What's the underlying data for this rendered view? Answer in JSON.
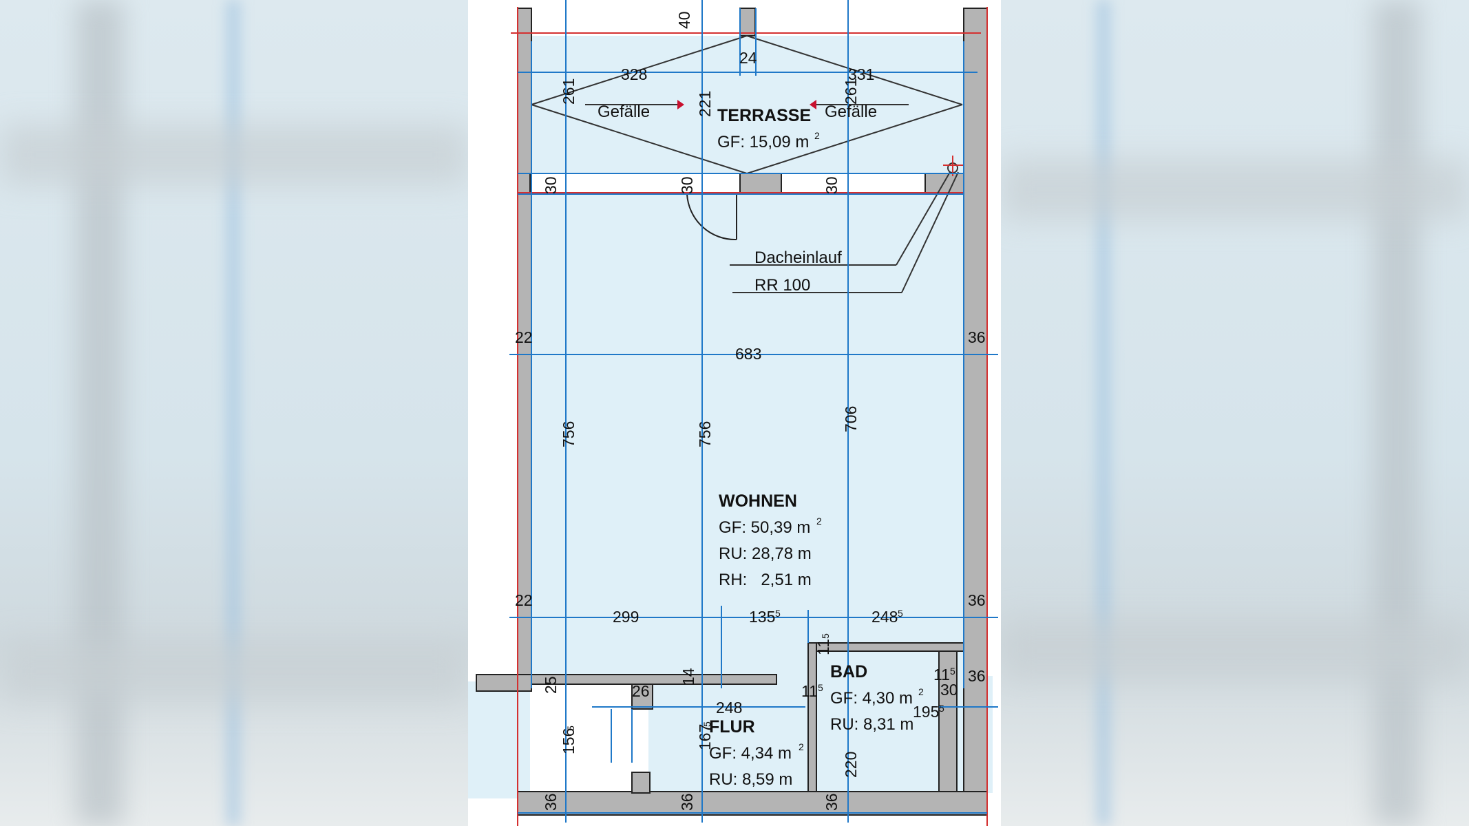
{
  "rooms": {
    "terrasse": {
      "name": "TERRASSE",
      "gf_label": "GF: 15,09 m",
      "gf_unit_sup": "2"
    },
    "wohnen": {
      "name": "WOHNEN",
      "gf_label": "GF: 50,39 m",
      "gf_unit_sup": "2",
      "ru_label": "RU: 28,78 m",
      "rh_label": "RH:   2,51 m"
    },
    "bad": {
      "name": "BAD",
      "gf_label": "GF: 4,30 m",
      "gf_unit_sup": "2",
      "ru_label": "RU: 8,31 m"
    },
    "flur": {
      "name": "FLUR",
      "gf_label": "GF: 4,34 m",
      "gf_unit_sup": "2",
      "ru_label": "RU: 8,59 m"
    }
  },
  "annotations": {
    "gefaelle_left": "Gefälle",
    "gefaelle_right": "Gefälle",
    "dacheinlauf": "Dacheinlauf",
    "rr": "RR 100"
  },
  "dimensions": {
    "top_40": "40",
    "top_24": "24",
    "top_328": "328",
    "top_331": "331",
    "v_261_left": "261",
    "v_221": "221",
    "v_261_right": "261",
    "v_30_a": "30",
    "v_30_b": "30",
    "v_30_c": "30",
    "h_22_upper": "22",
    "h_683": "683",
    "h_36_upper": "36",
    "v_756_left": "756",
    "v_756_mid": "756",
    "v_706": "706",
    "h_22_lower": "22",
    "h_299": "299",
    "h_135": "135",
    "h_135_sup": "5",
    "h_248_top": "248",
    "h_248_top_sup": "5",
    "h_36_lower": "36",
    "v_11_top": "11",
    "v_11_top_sup": "5",
    "v_25": "25",
    "v_14": "14",
    "v_26": "26",
    "h_248_flur": "248",
    "v_11_mid": "11",
    "v_11_mid_sup": "5",
    "v_11_right": "11",
    "v_11_right_sup": "5",
    "v_30_bad": "30",
    "h_36_bad": "36",
    "v_195": "195",
    "v_195_sup": "5",
    "v_156": "156",
    "v_156_sup": "5",
    "v_167": "167",
    "v_167_sup": "5",
    "v_220": "220",
    "b_36_left": "36",
    "b_36_mid": "36",
    "b_36_right": "36"
  },
  "colors": {
    "room_fill": "#dff0f8",
    "wall": "#b4b4b4",
    "dim_line": "#1f78c8",
    "red_line": "#d43030",
    "outline": "#222222"
  }
}
